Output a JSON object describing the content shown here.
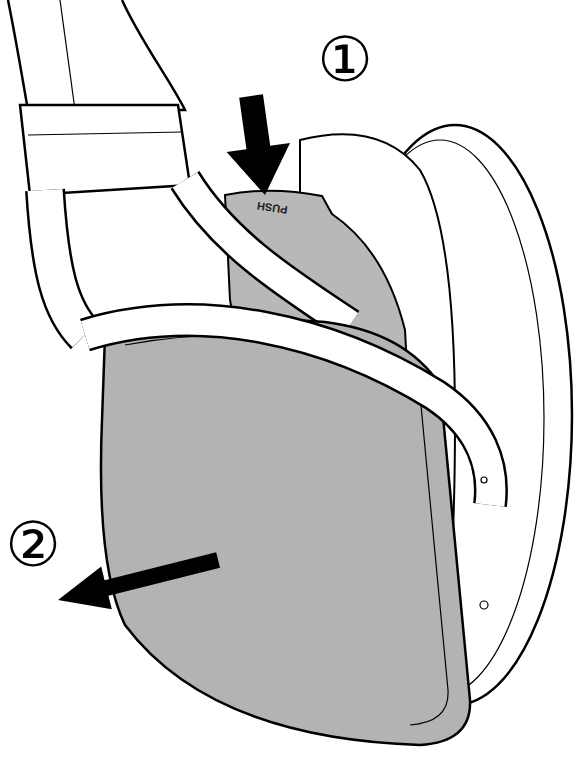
{
  "diagram": {
    "labels": [
      "①",
      "PUSH",
      "②"
    ]
  }
}
